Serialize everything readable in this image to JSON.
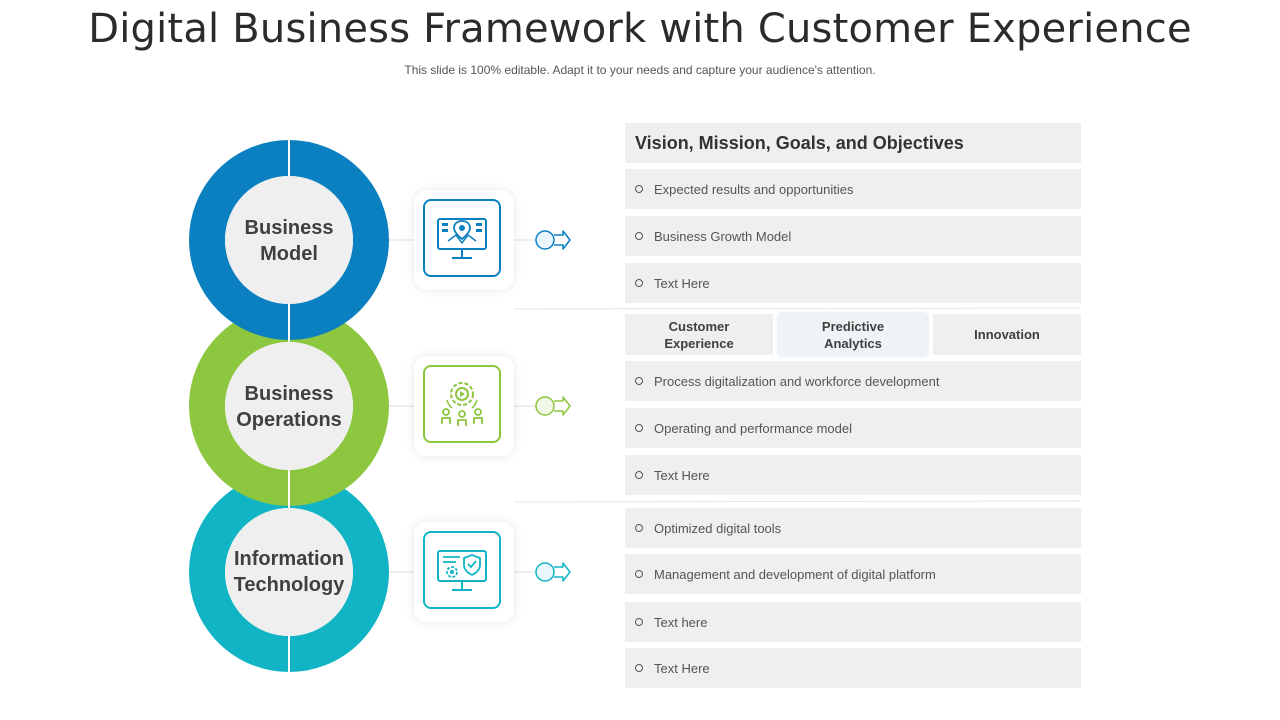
{
  "title": "Digital Business Framework with Customer Experience",
  "subtitle": "This slide is 100% editable. Adapt it to your needs and capture your audience's attention.",
  "colors": {
    "blue": "#0a80c0",
    "green": "#8dc63f",
    "teal": "#10b4c4",
    "inner": "#efefef"
  },
  "rings": [
    {
      "line1": "Business",
      "line2": "Model",
      "color": "#0a80c0",
      "icon": "monitor-location-icon"
    },
    {
      "line1": "Business",
      "line2": "Operations",
      "color": "#8dc63f",
      "icon": "gear-team-icon"
    },
    {
      "line1": "Information",
      "line2": "Technology",
      "color": "#10b4c4",
      "icon": "monitor-shield-icon"
    }
  ],
  "panel": {
    "header": "Vision, Mission, Goals, and Objectives",
    "group1": [
      "Expected results and opportunities",
      "Business Growth  Model",
      "Text Here"
    ],
    "tabs": [
      {
        "line1": "Customer",
        "line2": "Experience"
      },
      {
        "line1": "Predictive",
        "line2": "Analytics"
      },
      {
        "line1": "Innovation",
        "line2": ""
      }
    ],
    "group2": [
      "Process digitalization and workforce  development",
      "Operating  and performance  model",
      "Text Here"
    ],
    "group3": [
      "Optimized digital tools",
      "Management  and development  of digital platform",
      "Text here",
      "Text Here"
    ]
  }
}
